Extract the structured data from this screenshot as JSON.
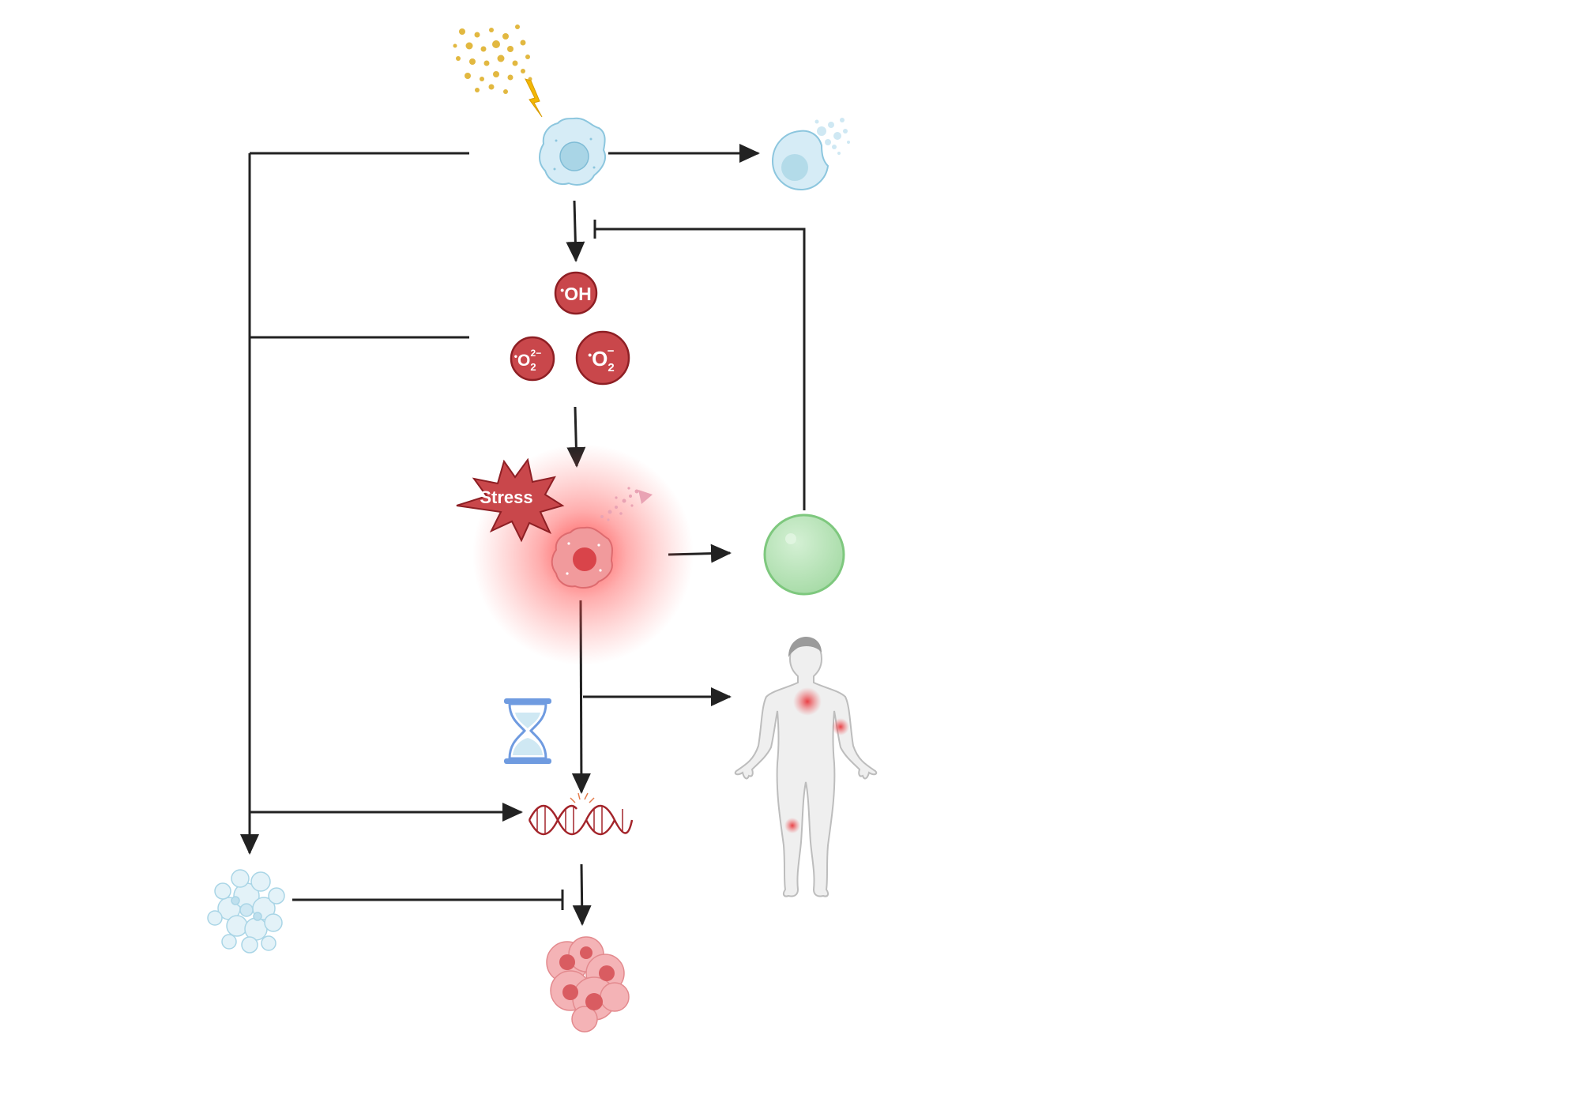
{
  "diagram": {
    "ros": {
      "hydroxyl": {
        "prefix": "•",
        "label": "OH"
      },
      "peroxide": {
        "prefix": "•",
        "base": "O",
        "sub": "2",
        "sup": "2−"
      },
      "superoxide": {
        "prefix": "•",
        "base": "O",
        "sub": "2",
        "sup": "−"
      }
    },
    "stress_label": "Stress"
  },
  "icons": [
    "particles-icon",
    "lightning-icon",
    "cell-icon",
    "dying-cell-icon",
    "ros-molecule-icon",
    "stress-burst-icon",
    "stressed-cell-icon",
    "green-sphere-icon",
    "human-body-icon",
    "hourglass-icon",
    "dna-damage-icon",
    "cell-cluster-icon",
    "tumor-cluster-icon"
  ],
  "colors": {
    "line": "#222222",
    "ros": "#c9474b",
    "ros_stroke": "#8e1f24",
    "cell_blue": "#cfe8f3",
    "nucleus_blue": "#a6d4e6",
    "stressed_red": "#ff3b3b",
    "green": "#b9e3b9",
    "hourglass": "#6f9be0",
    "dna": "#a3242a",
    "particles": "#e2b840",
    "lightning": "#f2b705"
  }
}
